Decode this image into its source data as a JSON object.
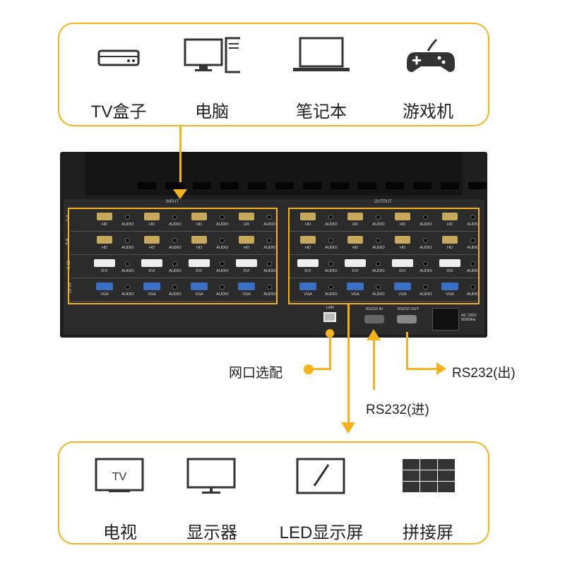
{
  "sources": [
    {
      "label": "TV盒子",
      "icon": "tv-box-icon"
    },
    {
      "label": "电脑",
      "icon": "desktop-computer-icon"
    },
    {
      "label": "笔记本",
      "icon": "laptop-icon"
    },
    {
      "label": "游戏机",
      "icon": "gamepad-icon"
    }
  ],
  "displays": [
    {
      "label": "电视",
      "icon": "tv-icon",
      "icon_text": "TV"
    },
    {
      "label": "显示器",
      "icon": "monitor-icon"
    },
    {
      "label": "LED显示屏",
      "icon": "led-screen-icon"
    },
    {
      "label": "拼接屏",
      "icon": "video-wall-icon"
    }
  ],
  "device": {
    "input_label": "INPUT",
    "output_label": "OUTPUT",
    "row_labels": [
      "1-4",
      "5-8",
      "9-12",
      "13-16"
    ],
    "row_types": [
      "HD",
      "HD",
      "DVI",
      "VGA"
    ],
    "audio_label": "AUDIO",
    "lan_label": "LAN",
    "rs232_in_label": "RS232 IN",
    "rs232_out_label": "RS232 OUT",
    "power_label": "AC 220V 50/60Hz"
  },
  "callouts": {
    "lan": "网口选配",
    "rs232_in": "RS232(进)",
    "rs232_out": "RS232(出)"
  },
  "colors": {
    "accent": "#f5b21c",
    "chassis": "#1e1e1e"
  }
}
